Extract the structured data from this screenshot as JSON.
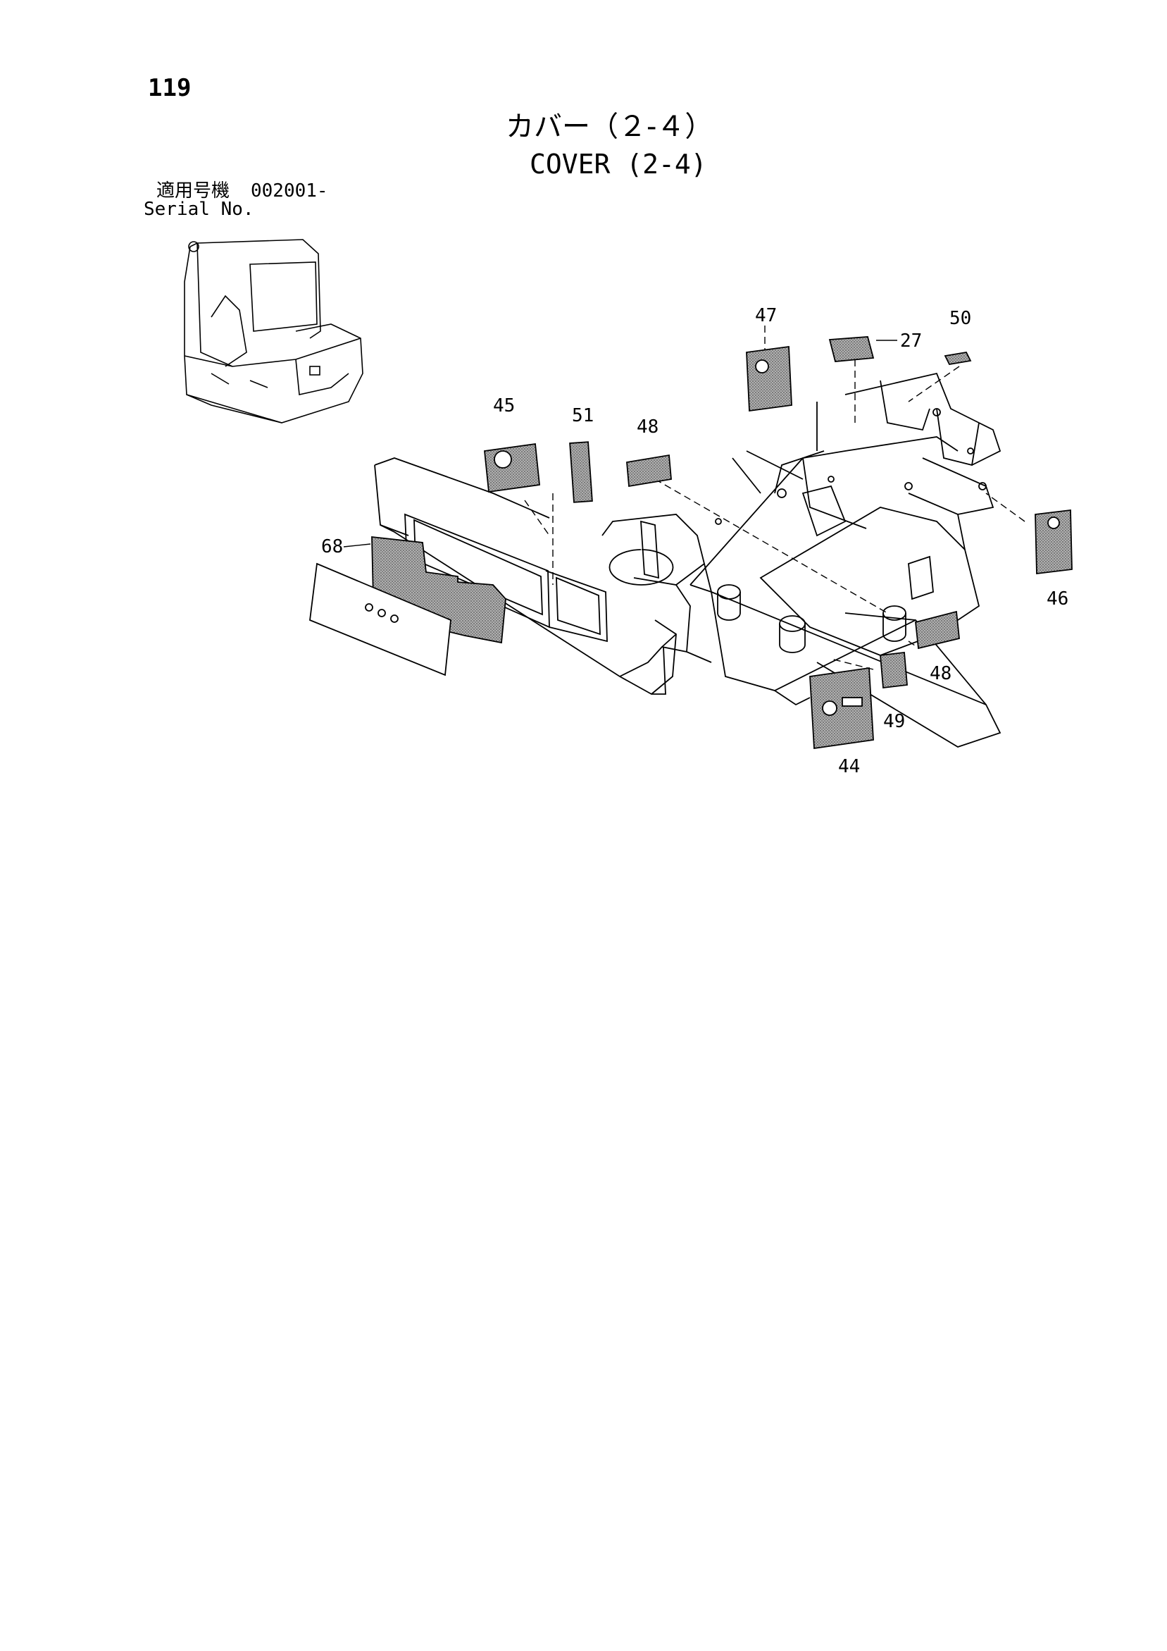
{
  "page": {
    "number": "119",
    "title_jp": "カバー（２-４）",
    "title_en": "COVER (2-4)",
    "serial_label_jp": "適用号機",
    "serial_value": "002001-",
    "serial_label_en": "Serial No."
  },
  "callouts": [
    {
      "label": "47"
    },
    {
      "label": "27"
    },
    {
      "label": "50"
    },
    {
      "label": "45"
    },
    {
      "label": "51"
    },
    {
      "label": "48"
    },
    {
      "label": "68"
    },
    {
      "label": "46"
    },
    {
      "label": "48"
    },
    {
      "label": "49"
    },
    {
      "label": "44"
    }
  ],
  "colors": {
    "line": "#000000",
    "part_fill": "#9a9a9a"
  }
}
